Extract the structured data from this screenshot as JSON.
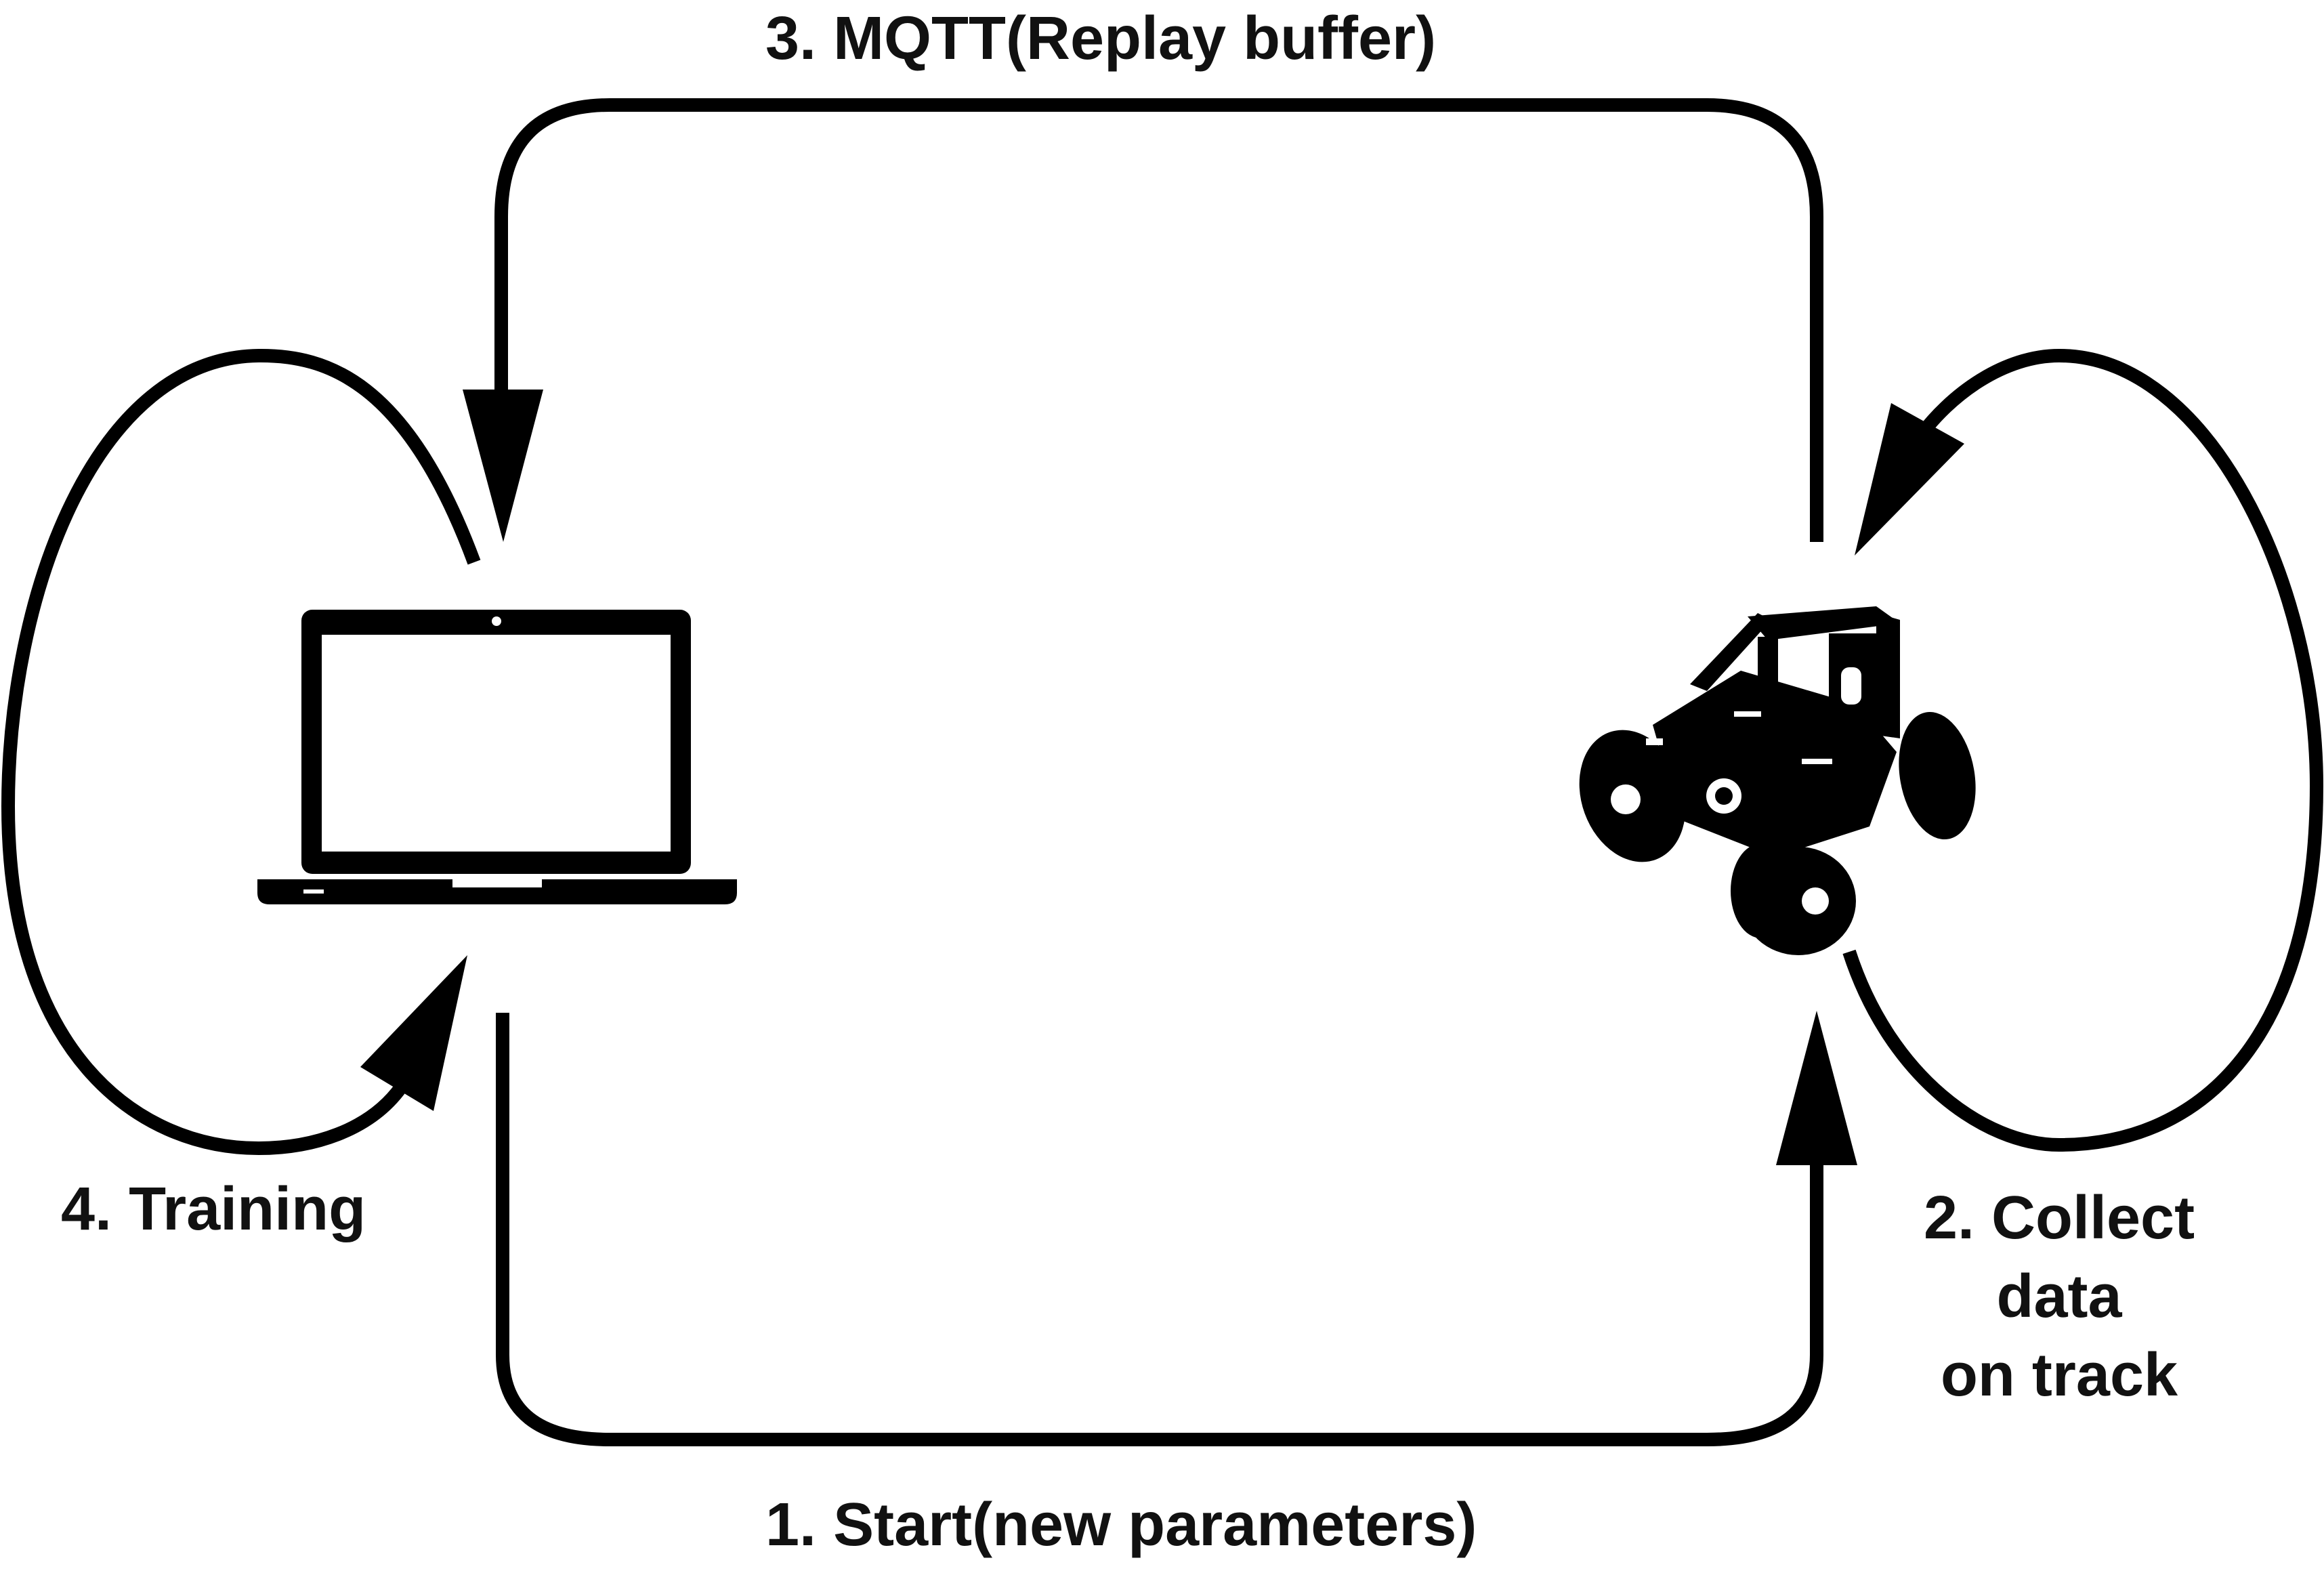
{
  "labels": {
    "mqtt": "3. MQTT(Replay buffer)",
    "start": "1. Start(new parameters)",
    "training": "4. Training",
    "collect": [
      "2. Collect",
      "data",
      "on track"
    ]
  },
  "icons": {
    "laptop": "laptop-icon",
    "car": "rc-car-icon"
  },
  "colors": {
    "ink": "#000000",
    "background": "#ffffff"
  }
}
